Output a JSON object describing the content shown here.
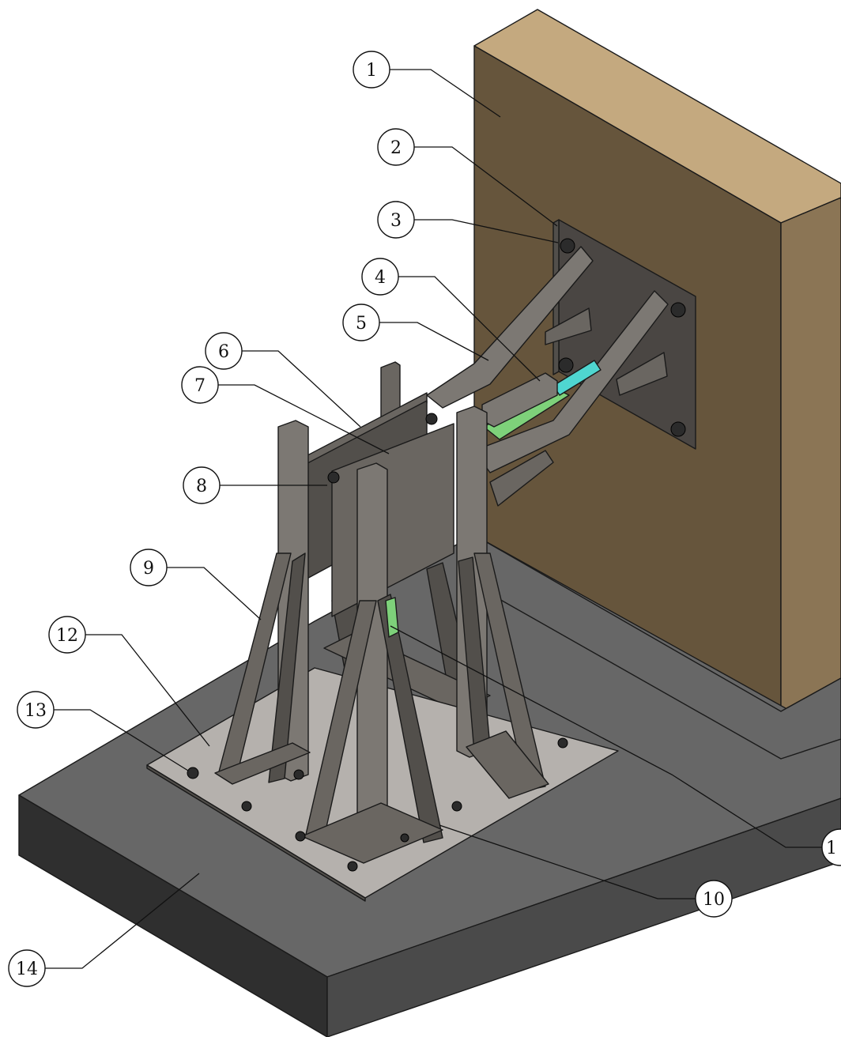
{
  "callouts": [
    {
      "label": "1"
    },
    {
      "label": "2"
    },
    {
      "label": "3"
    },
    {
      "label": "4"
    },
    {
      "label": "5"
    },
    {
      "label": "6"
    },
    {
      "label": "7"
    },
    {
      "label": "8"
    },
    {
      "label": "9"
    },
    {
      "label": "10"
    },
    {
      "label": "1"
    },
    {
      "label": "12"
    },
    {
      "label": "13"
    },
    {
      "label": "14"
    }
  ],
  "colors": {
    "wall_front": "#66553c",
    "wall_top": "#c4a97f",
    "wall_side": "#8b7555",
    "floor_top": "#676767",
    "floor_front": "#2f2f2f",
    "floor_side": "#4a4a4a",
    "base_plate": "#b5b1ad",
    "steel_light": "#7c7873",
    "steel_mid": "#6a6661",
    "steel_dark": "#524f4b",
    "mount_plate": "#4a4643",
    "actuator_green": "#7ed17a",
    "actuator_cyan": "#4fd6d0",
    "bolt": "#2b2b2b"
  }
}
